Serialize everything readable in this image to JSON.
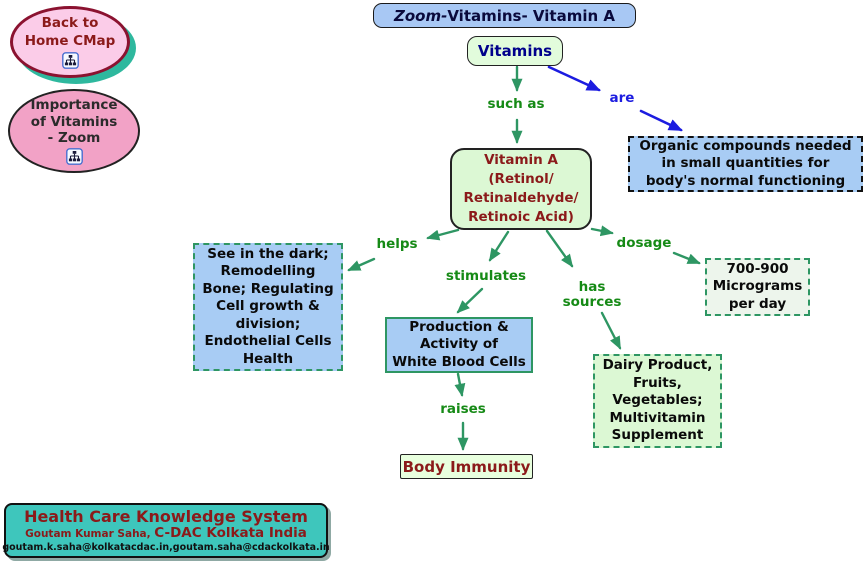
{
  "title": {
    "italic": "Zoom-",
    "rest": " Vitamins- Vitamin A"
  },
  "nav": {
    "back": {
      "label": "Back to\nHome CMap"
    },
    "importance": {
      "label": "Importance\nof Vitamins\n- Zoom"
    }
  },
  "nodes": {
    "vitamins": {
      "label": "Vitamins"
    },
    "vitamin_a": {
      "label": "Vitamin A\n(Retinol/\nRetinaldehyde/\nRetinoic Acid)"
    },
    "organic": {
      "label": "Organic compounds needed\nin small quantities for\nbody's normal functioning"
    },
    "see_dark": {
      "label": "See in the dark;\nRemodelling\nBone; Regulating\nCell growth &\ndivision;\nEndothelial Cells\nHealth"
    },
    "production": {
      "label": "Production &\nActivity of\nWhite Blood Cells"
    },
    "dosage_amount": {
      "label": "700-900\nMicrograms\nper day"
    },
    "sources": {
      "label": "Dairy Product,\nFruits,\nVegetables;\nMultivitamin\nSupplement"
    },
    "immunity": {
      "label": "Body Immunity"
    }
  },
  "links": {
    "such_as": "such as",
    "are": "are",
    "helps": "helps",
    "stimulates": "stimulates",
    "has_sources": "has\nsources",
    "dosage": "dosage",
    "raises": "raises"
  },
  "footer": {
    "title": "Health Care Knowledge System",
    "author_small": "Goutam Kumar Saha,",
    "author_large": "C-DAC Kolkata India",
    "emails": "goutam.k.saha@kolkatacdac.in,goutam.saha@cdackolkata.in"
  },
  "icons": {
    "cmap_node_icon": "sitemap-icon"
  },
  "colors": {
    "arrow_green": "#2E9663",
    "arrow_blue": "#1C1CE0",
    "label_green": "#168A16",
    "node_blue_fill": "#A8CCF4",
    "node_green_fill": "#DCF8D4",
    "title_blue_fill": "#A8C8F4",
    "pink_light": "#FBCCE8",
    "pink_dark": "#F2A2C6",
    "teal_footer": "#3EC6BC",
    "teal_shadow": "#2EB89E",
    "maroon_text": "#8B1A1A"
  }
}
